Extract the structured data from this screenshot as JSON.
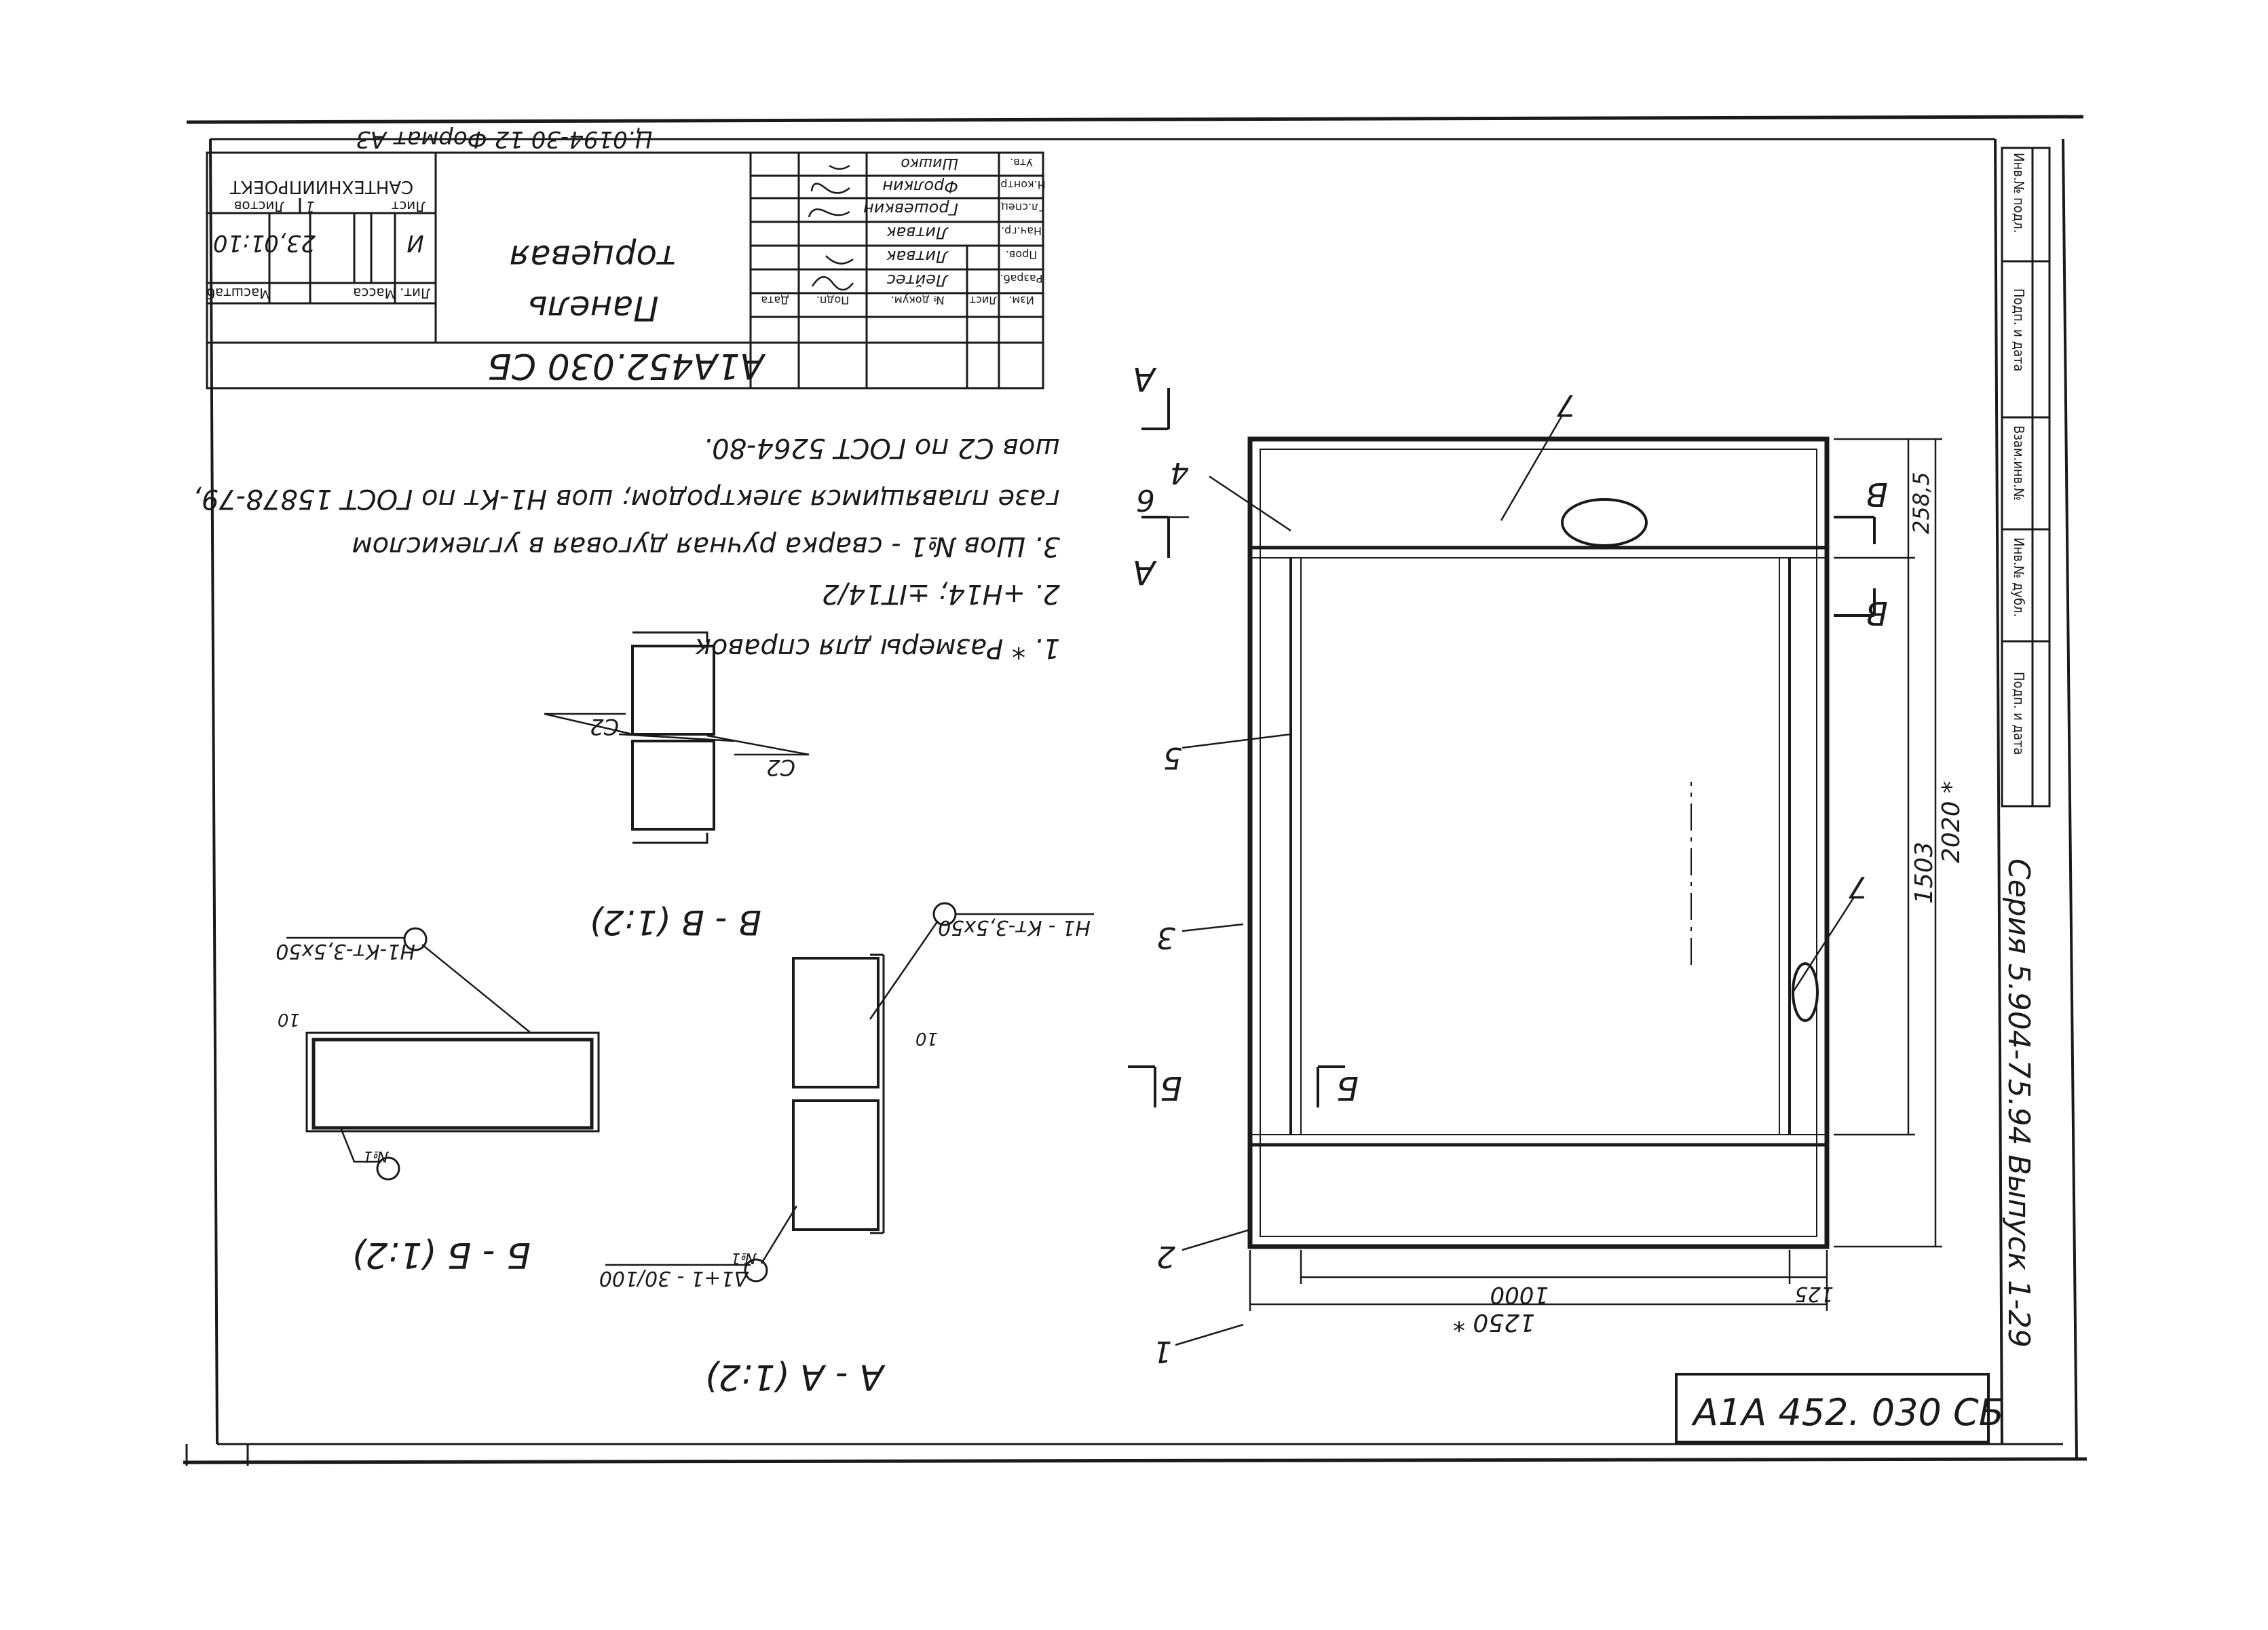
{
  "format_note": "Ц.0194-30  12  Формат А3",
  "title_block": {
    "org": "САНТЕХНИИПРОЕКТ",
    "designation": "А1А452.030 СБ",
    "name_line1": "Панель",
    "name_line2": "торцевая",
    "lit_label": "Лит.",
    "mass_label": "Масса",
    "scale_label": "Масштаб",
    "lit_value": "И",
    "mass_value": "23,0",
    "scale_value": "1:10",
    "sheet_label": "Лист",
    "sheets_label": "Листов",
    "sheets_value": "1",
    "rev_headers": [
      "Изм.",
      "Лист",
      "№ докум.",
      "Подп.",
      "Дата"
    ],
    "roles": [
      "Разраб.",
      "Пров.",
      "Нач.гр.",
      "Гл.спец.",
      "Н.контр.",
      "Утв."
    ],
    "people": [
      "Лейтес",
      "Литвак",
      "Литвак",
      "Грошевкин",
      "Фролкин",
      "Шишко"
    ]
  },
  "notes": [
    "1. * Размеры для справок",
    "2. +H14; ±IT14/2",
    "3. Шов №1 - сварка ручная дуговая в углекислом",
    "газе плавящимся электродом; шов Н1-Кт по ГОСТ 15878-79,",
    "шов С2 по ГОСТ 5264-80."
  ],
  "sections": {
    "aa": "А - А (1:2)",
    "bb": "Б - Б (1:2)",
    "vv": "В - В (1:2)"
  },
  "weld_labels": {
    "aa_top": "Н1 - Кт-3,5х50",
    "aa_bottom": "Δ1+1 - 30/100",
    "aa_num": "№1",
    "aa_dim": "10",
    "bb_top": "Н1-Кт-3,5х50",
    "bb_num": "№1",
    "bb_dim": "10",
    "vv_left": "С2",
    "vv_right": "С2"
  },
  "main_view": {
    "dims": {
      "width_total": "1250 *",
      "width_inner": "1000",
      "side_gap": "125",
      "height_total": "2020 *",
      "height_inner": "1503",
      "top_band": "258,5"
    },
    "section_marks": {
      "a": "А",
      "b": "Б",
      "v": "В"
    },
    "callouts": [
      "1",
      "2",
      "3",
      "4",
      "5",
      "6",
      "7",
      "7"
    ]
  },
  "stamp_left": [
    "Инв.№ подл.",
    "Подп. и дата",
    "Взам.инв.№",
    "Инв.№ дубл.",
    "Подп. и дата"
  ],
  "series": "Серия 5.904-75.94  Выпуск 1-29",
  "designation_bottom": "А1А 452. 030 СБ",
  "colors": {
    "ink": "#1a1a1a",
    "hatch": "#1a1a1a",
    "paper": "#ffffff"
  }
}
